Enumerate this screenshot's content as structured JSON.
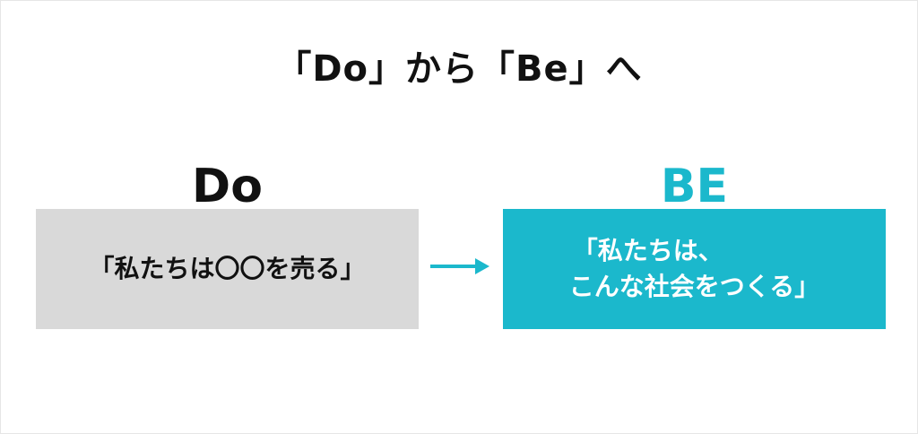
{
  "title": "「Do」から「Be」へ",
  "do": {
    "label": "Do",
    "text": "「私たちは〇〇を売る」",
    "color": "#d9d9d9"
  },
  "be": {
    "label": "BE",
    "text_line1": "「私たちは、",
    "text_line2": "こんな社会をつくる」",
    "color": "#1bb8cc"
  }
}
